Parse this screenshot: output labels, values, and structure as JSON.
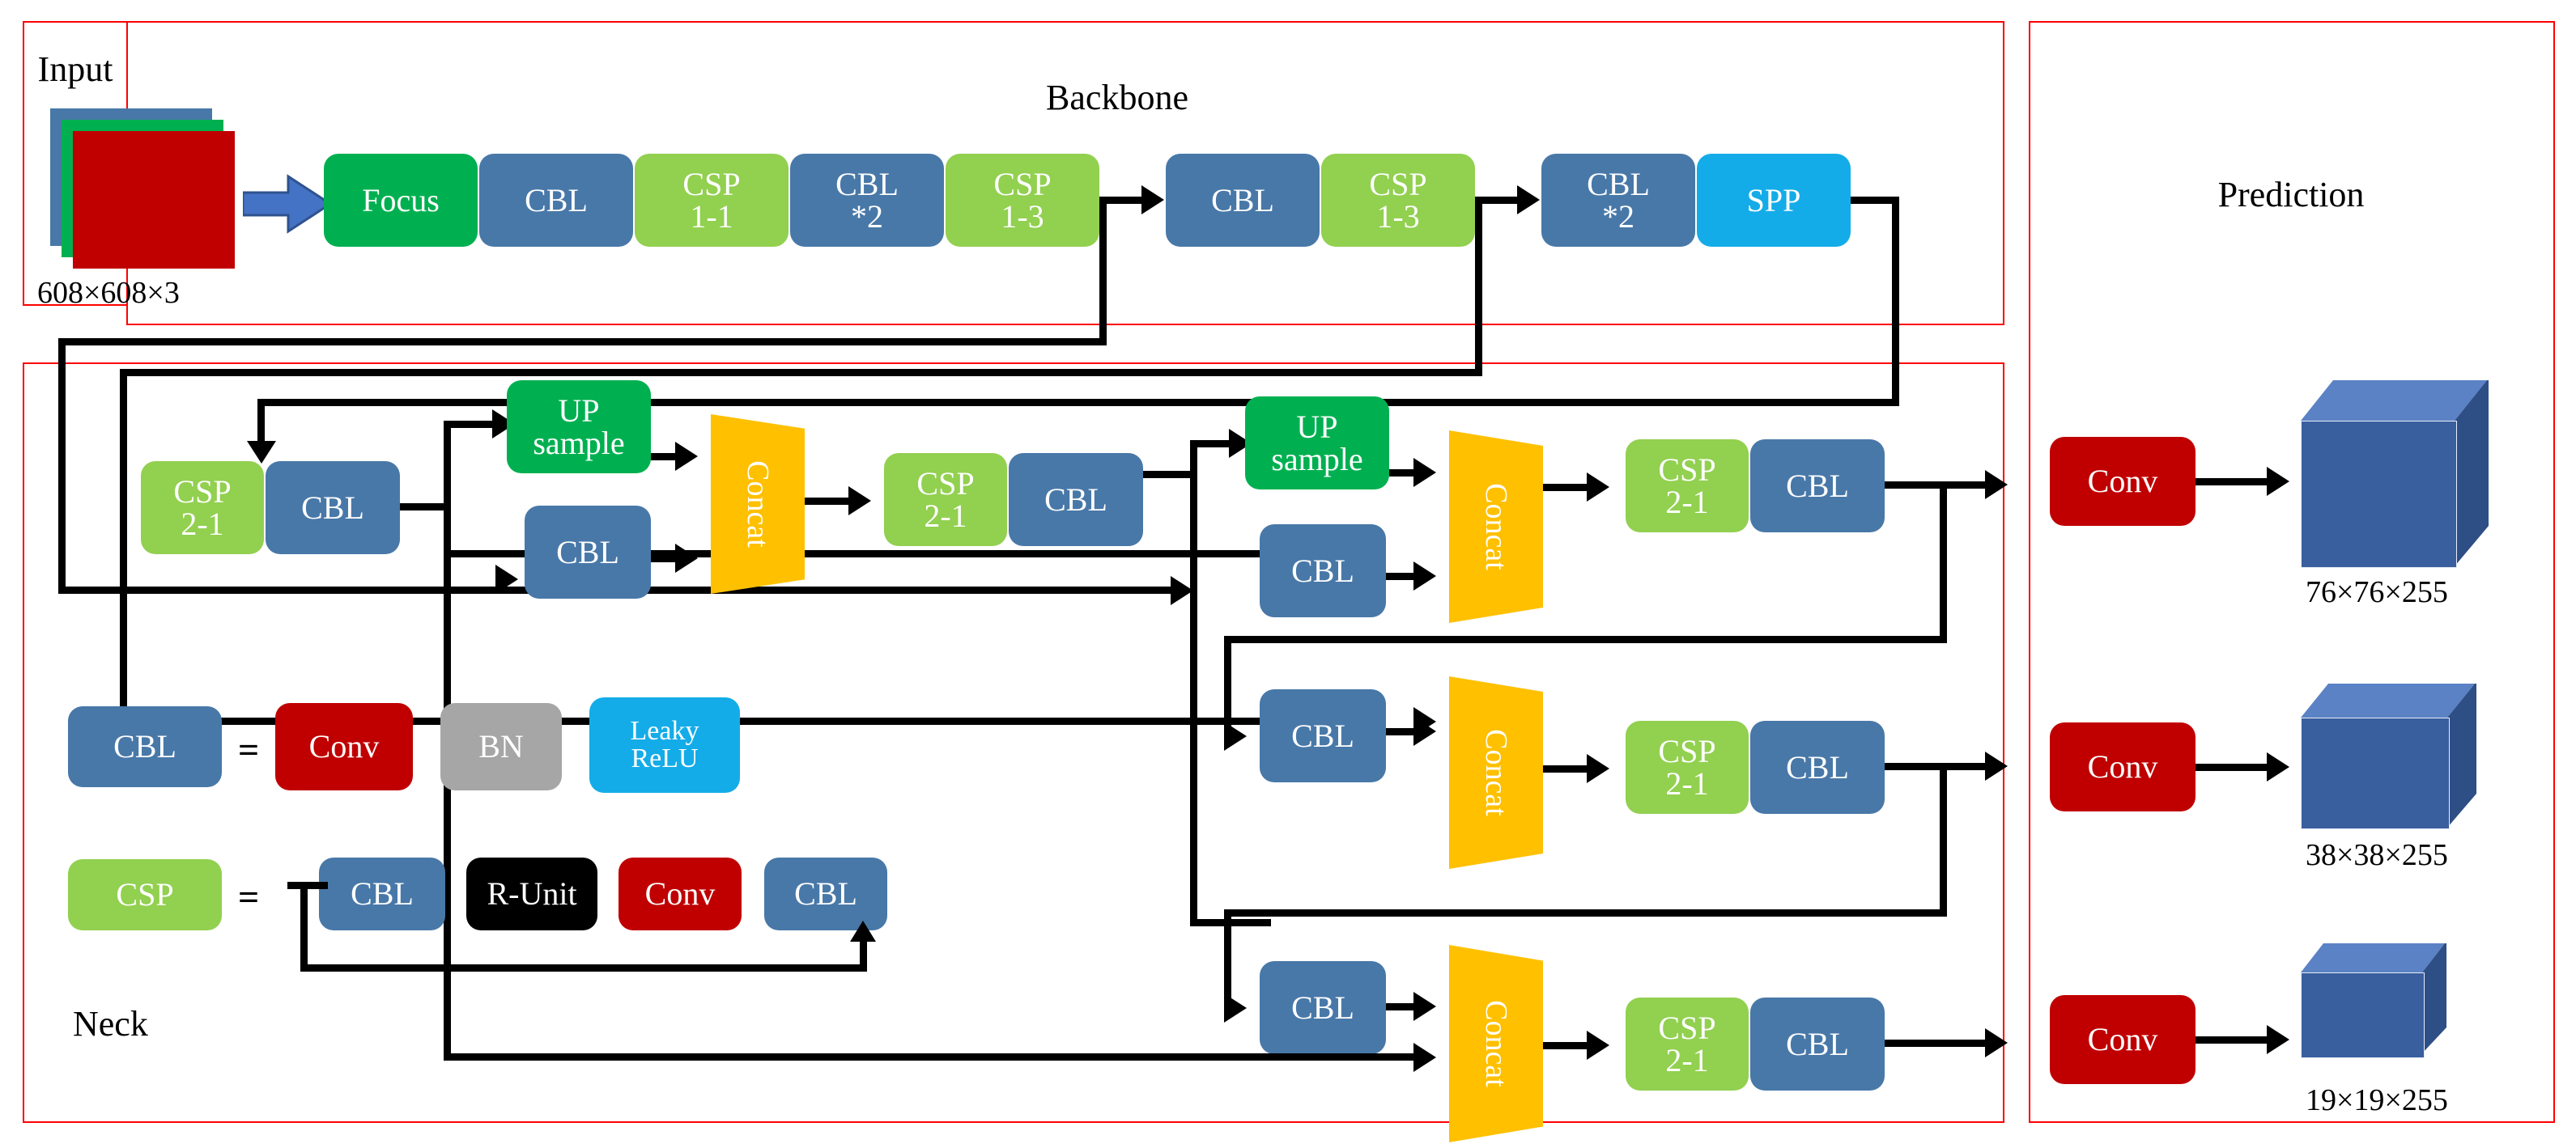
{
  "sections": {
    "input_title": "Input",
    "backbone_title": "Backbone",
    "prediction_title": "Prediction",
    "neck_title": "Neck"
  },
  "input": {
    "size_label": "608×608×3",
    "sheet_colors": [
      "#4878A8",
      "#00B050",
      "#C00000"
    ],
    "arrow_color": "#4472C4"
  },
  "backbone": {
    "blocks": [
      {
        "label": "Focus",
        "line2": "",
        "color": "#00B050"
      },
      {
        "label": "CBL",
        "line2": "",
        "color": "#4878A8"
      },
      {
        "label": "CSP",
        "line2": "1-1",
        "color": "#92D050"
      },
      {
        "label": "CBL",
        "line2": "*2",
        "color": "#4878A8"
      },
      {
        "label": "CSP",
        "line2": "1-3",
        "color": "#92D050"
      },
      {
        "label": "CBL",
        "line2": "",
        "color": "#4878A8"
      },
      {
        "label": "CSP",
        "line2": "1-3",
        "color": "#92D050"
      },
      {
        "label": "CBL",
        "line2": "*2",
        "color": "#4878A8"
      },
      {
        "label": "SPP",
        "line2": "",
        "color": "#14ACE8"
      }
    ]
  },
  "neck": {
    "row1": [
      {
        "label": "CSP",
        "line2": "2-1",
        "color": "#92D050"
      },
      {
        "label": "CBL",
        "line2": "",
        "color": "#4878A8"
      },
      {
        "label": "UP",
        "line2": "sample",
        "color": "#00B050"
      },
      {
        "label": "CBL",
        "line2": "",
        "color": "#4878A8"
      },
      {
        "label": "Concat",
        "line2": "",
        "color": "#FFC000"
      },
      {
        "label": "CSP",
        "line2": "2-1",
        "color": "#92D050"
      },
      {
        "label": "CBL",
        "line2": "",
        "color": "#4878A8"
      }
    ],
    "row2": [
      {
        "label": "UP",
        "line2": "sample",
        "color": "#00B050"
      },
      {
        "label": "CBL",
        "line2": "",
        "color": "#4878A8"
      },
      {
        "label": "Concat",
        "line2": "",
        "color": "#FFC000"
      },
      {
        "label": "CSP",
        "line2": "2-1",
        "color": "#92D050"
      },
      {
        "label": "CBL",
        "line2": "",
        "color": "#4878A8"
      }
    ],
    "row3": [
      {
        "label": "CBL",
        "line2": "",
        "color": "#4878A8"
      },
      {
        "label": "Concat",
        "line2": "",
        "color": "#FFC000"
      },
      {
        "label": "CSP",
        "line2": "2-1",
        "color": "#92D050"
      },
      {
        "label": "CBL",
        "line2": "",
        "color": "#4878A8"
      }
    ],
    "row4": [
      {
        "label": "CBL",
        "line2": "",
        "color": "#4878A8"
      },
      {
        "label": "Concat",
        "line2": "",
        "color": "#FFC000"
      },
      {
        "label": "CSP",
        "line2": "2-1",
        "color": "#92D050"
      },
      {
        "label": "CBL",
        "line2": "",
        "color": "#4878A8"
      }
    ]
  },
  "legend": {
    "cbl": {
      "key": "CBL",
      "equals": "=",
      "parts": [
        {
          "label": "Conv",
          "line2": "",
          "color": "#C00000"
        },
        {
          "label": "BN",
          "line2": "",
          "color": "#A6A6A6"
        },
        {
          "label": "Leaky",
          "line2": "ReLU",
          "color": "#14ACE8"
        }
      ]
    },
    "csp": {
      "key": "CSP",
      "equals": "=",
      "parts": [
        {
          "label": "CBL",
          "line2": "",
          "color": "#4878A8"
        },
        {
          "label": "R-Unit",
          "line2": "",
          "color": "#000000"
        },
        {
          "label": "Conv",
          "line2": "",
          "color": "#C00000"
        },
        {
          "label": "CBL",
          "line2": "",
          "color": "#4878A8"
        }
      ]
    }
  },
  "prediction": {
    "heads": [
      {
        "conv": "Conv",
        "output": "76×76×255"
      },
      {
        "conv": "Conv",
        "output": "38×38×255"
      },
      {
        "conv": "Conv",
        "output": "19×19×255"
      }
    ]
  },
  "colors": {
    "panel_border": "#ff0000",
    "line": "#000000",
    "cube_front": "#3A5F9E",
    "cube_top": "#5B82C4",
    "cube_side": "#2E4E86"
  }
}
